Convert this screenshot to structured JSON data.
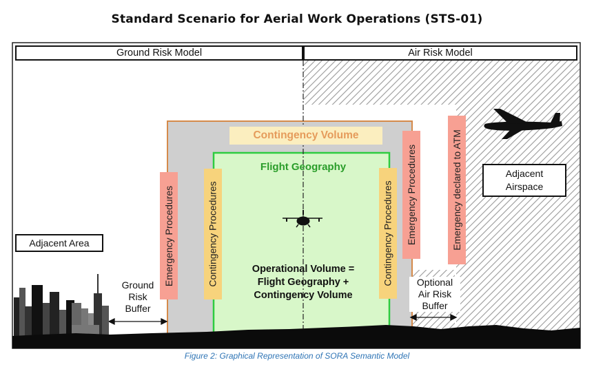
{
  "title": "Standard Scenario for Aerial Work Operations (STS-01)",
  "headers": {
    "ground": "Ground Risk Model",
    "air": "Air Risk Model"
  },
  "contingency_volume": "Contingency Volume",
  "flight_geography": "Flight Geography",
  "labels": {
    "emergency_left": "Emergency Procedures",
    "contingency_left": "Contingency Procedures",
    "contingency_right": "Contingency Procedures",
    "emergency_right": "Emergency Procedures",
    "emergency_atm": "Emergency declared to ATM"
  },
  "operational_volume": [
    "Operational Volume =",
    "Flight Geography +",
    "Contingency Volume"
  ],
  "adjacent_area": "Adjacent Area",
  "adjacent_airspace": [
    "Adjacent",
    "Airspace"
  ],
  "ground_risk_buffer": [
    "Ground",
    "Risk",
    "Buffer"
  ],
  "air_risk_buffer": [
    "Optional",
    "Air Risk",
    "Buffer"
  ],
  "caption": "Figure 2: Graphical Representation of SORA Semantic Model",
  "colors": {
    "contingency_volume_fill": "#cfcfcf",
    "contingency_volume_border": "#d58a4a",
    "flight_geography_fill": "#d8f7c9",
    "flight_geography_border": "#2ecc40",
    "flight_geography_text": "#2a9d2a",
    "contingency_label_bg": "#fbeebf",
    "contingency_label_text": "#e59b5b",
    "emergency_bg": "#f7a093",
    "contingency_proc_bg": "#f7d37c"
  },
  "icons": [
    "drone-icon",
    "airplane-icon",
    "city-skyline-icon",
    "terrain-silhouette"
  ]
}
